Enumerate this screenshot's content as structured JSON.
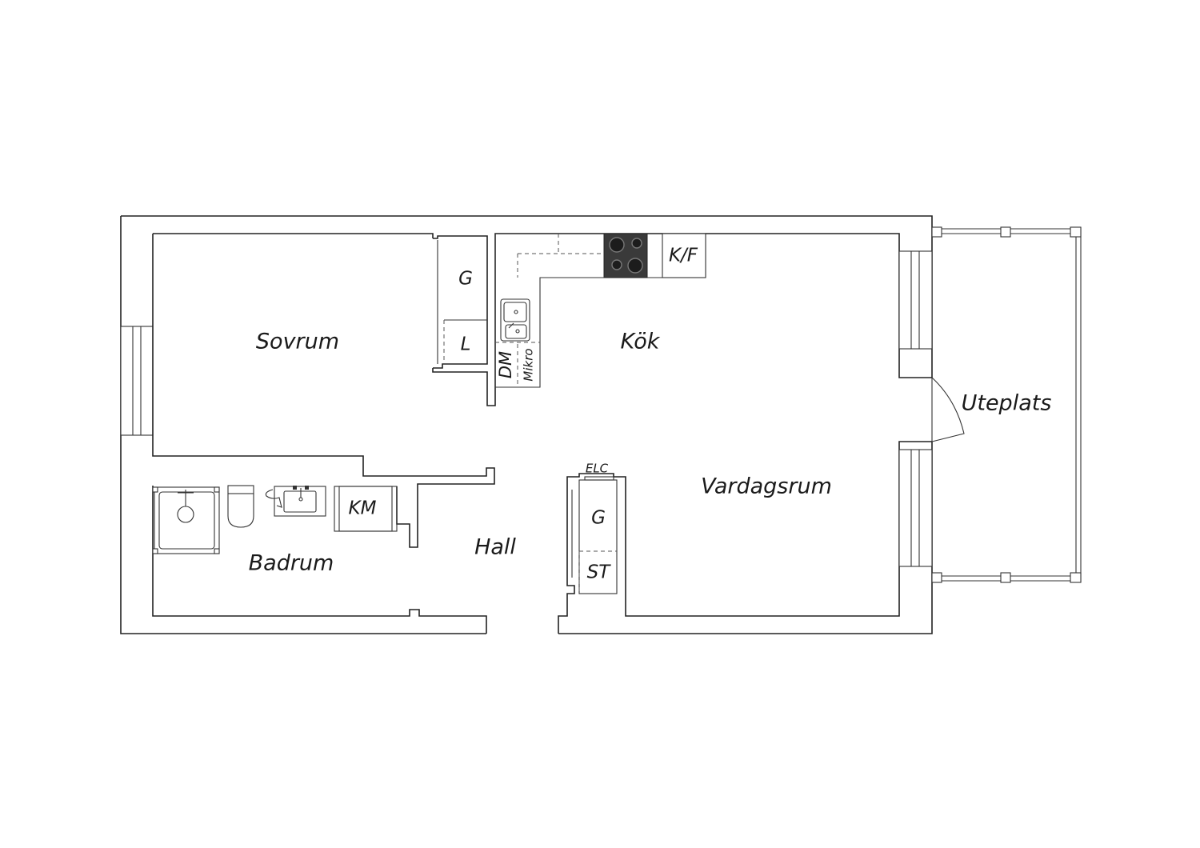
{
  "rooms": {
    "sovrum": "Sovrum",
    "kok": "Kök",
    "uteplats": "Uteplats",
    "vardagsrum": "Vardagsrum",
    "hall": "Hall",
    "badrum": "Badrum"
  },
  "fixtures": {
    "garderob_sovrum": "G",
    "linne": "L",
    "diskmaskin": "DM",
    "mikro": "Mikro",
    "kyl_frys": "K/F",
    "elcentral": "ELC",
    "garderob_hall": "G",
    "stad": "ST",
    "kladmaskin": "KM"
  },
  "colors": {
    "walls": "#222222",
    "background": "#ffffff",
    "stove": "#3a3a3a"
  }
}
